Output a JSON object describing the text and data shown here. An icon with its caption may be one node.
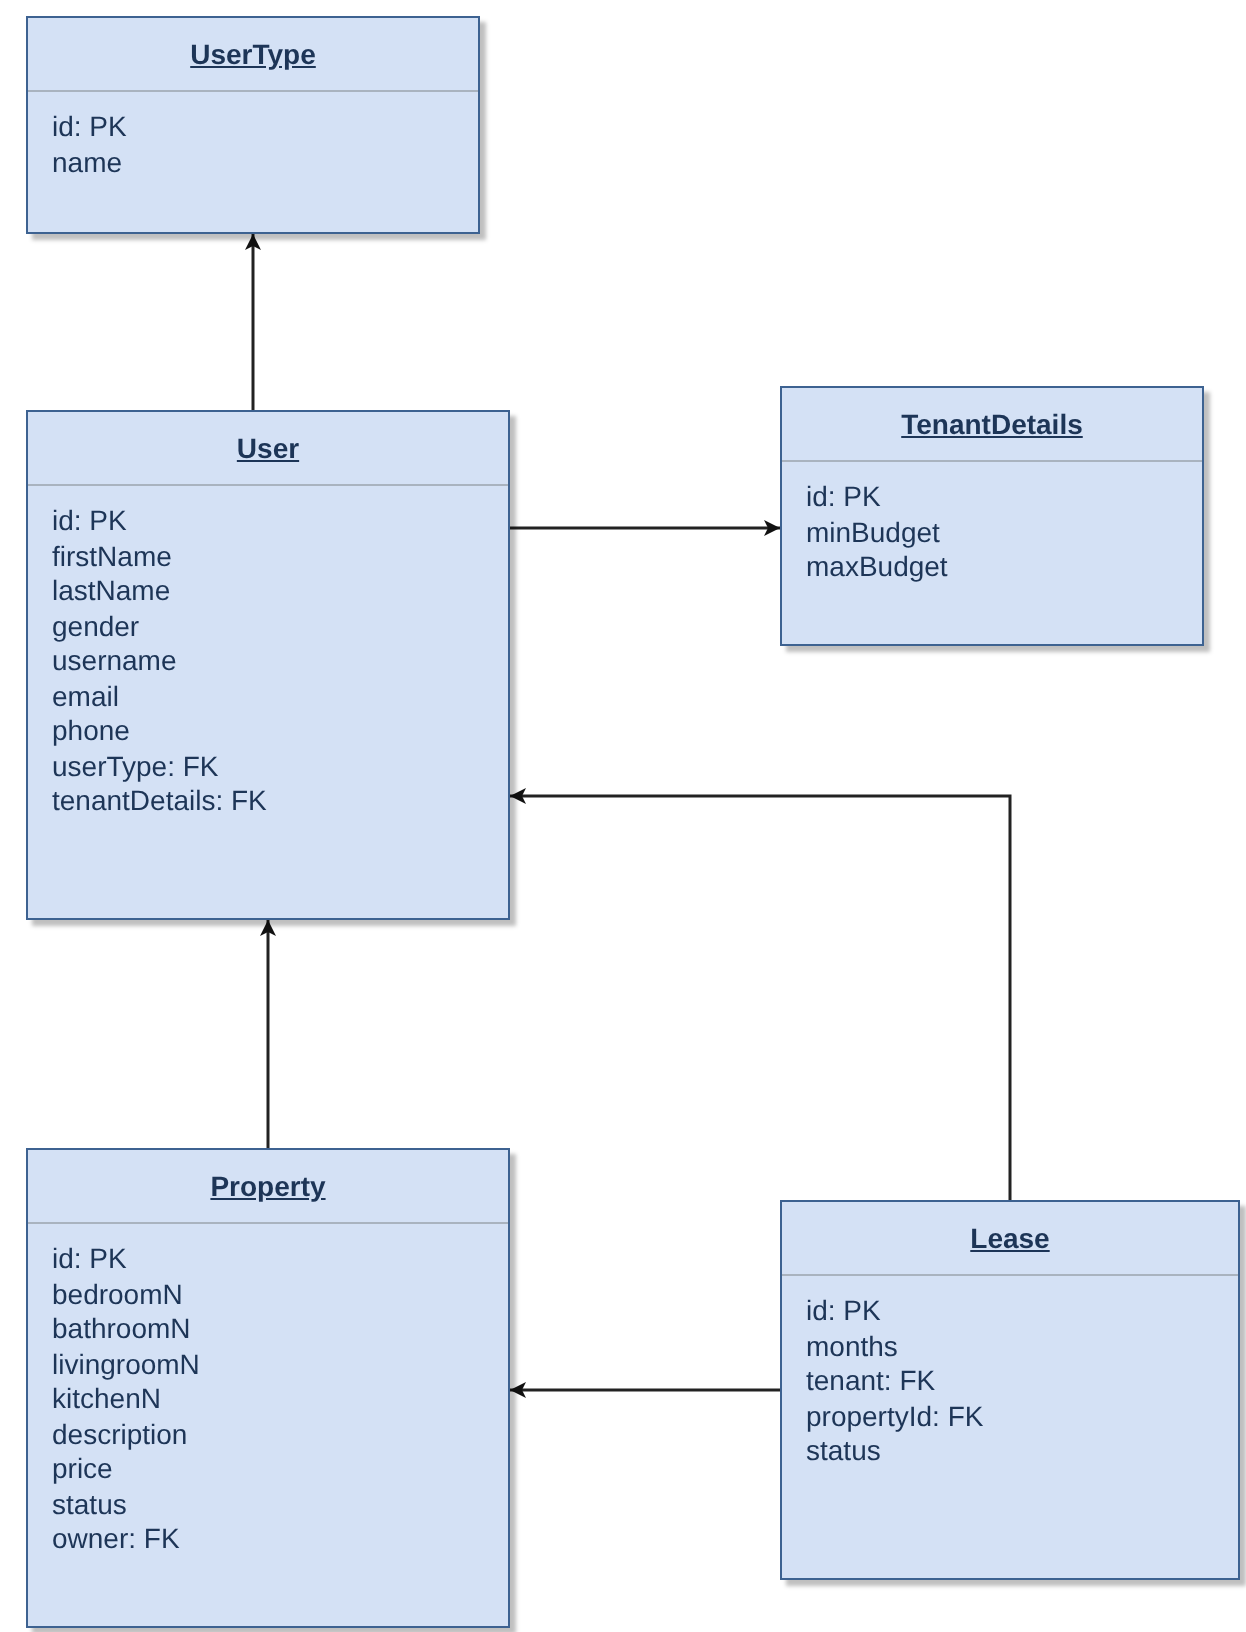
{
  "diagram": {
    "nodes": [
      {
        "text": [
          "UserType",
          "id: PK",
          "name"
        ]
      },
      {
        "text": [
          "User",
          "id: PK",
          "firstName",
          "lastName",
          "gender",
          "username",
          "email",
          "phone",
          "userType: FK",
          "tenantDetails: FK"
        ]
      },
      {
        "text": [
          "TenantDetails",
          "id: PK",
          "minBudget",
          "maxBudget"
        ]
      },
      {
        "text": [
          "Property",
          "id: PK",
          "bedroomN",
          "bathroomN",
          "livingroomN",
          "kitchenN",
          "description",
          "price",
          "status",
          "owner: FK"
        ]
      },
      {
        "text": [
          "Lease",
          "id: PK",
          "months",
          "tenant: FK",
          "propertyId: FK",
          "status"
        ]
      }
    ],
    "edges": [
      {
        "from": 1,
        "to": 0,
        "arrow": "to"
      },
      {
        "from": 1,
        "to": 2,
        "arrow": "to"
      },
      {
        "from": 4,
        "to": 1,
        "arrow": "to"
      },
      {
        "from": 3,
        "to": 1,
        "arrow": "to"
      },
      {
        "from": 4,
        "to": 3,
        "arrow": "to"
      }
    ]
  }
}
